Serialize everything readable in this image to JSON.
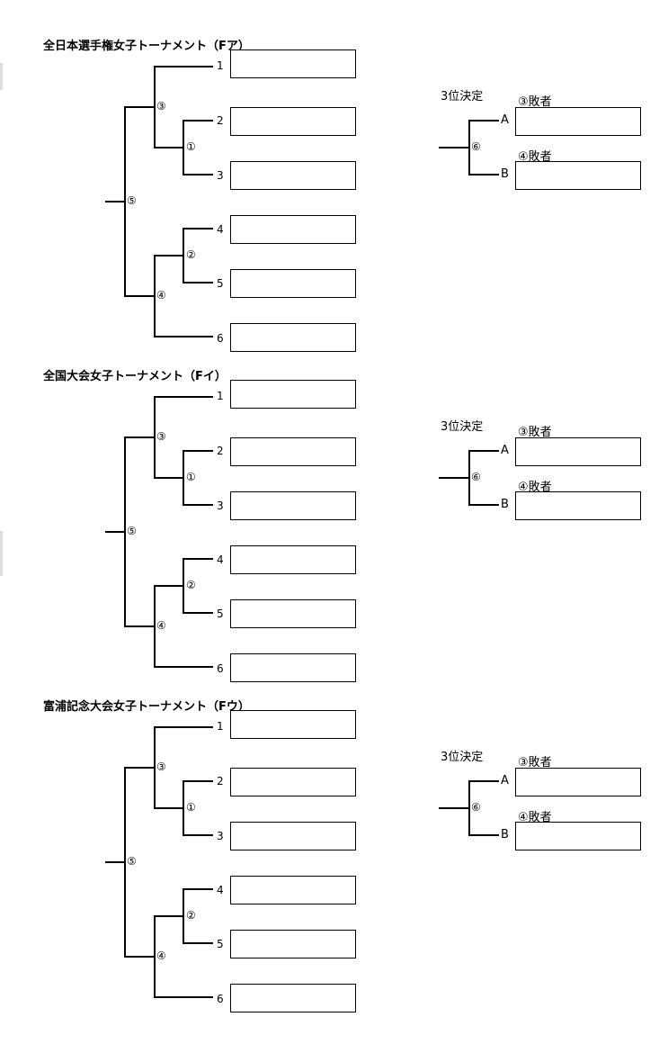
{
  "tournaments": [
    {
      "title": "全日本選手権女子トーナメント（Fア）",
      "seeds": [
        "1",
        "2",
        "3",
        "4",
        "5",
        "6"
      ],
      "matches": [
        "①",
        "②",
        "③",
        "④",
        "⑤"
      ],
      "third_place": {
        "label": "3位決定",
        "match": "⑥",
        "slot_a": "A",
        "slot_b": "B",
        "a_source": "③敗者",
        "b_source": "④敗者"
      }
    },
    {
      "title": "全国大会女子トーナメント（Fイ）",
      "seeds": [
        "1",
        "2",
        "3",
        "4",
        "5",
        "6"
      ],
      "matches": [
        "①",
        "②",
        "③",
        "④",
        "⑤"
      ],
      "third_place": {
        "label": "3位決定",
        "match": "⑥",
        "slot_a": "A",
        "slot_b": "B",
        "a_source": "③敗者",
        "b_source": "④敗者"
      }
    },
    {
      "title": "富浦記念大会女子トーナメント（Fウ）",
      "seeds": [
        "1",
        "2",
        "3",
        "4",
        "5",
        "6"
      ],
      "matches": [
        "①",
        "②",
        "③",
        "④",
        "⑤"
      ],
      "third_place": {
        "label": "3位決定",
        "match": "⑥",
        "slot_a": "A",
        "slot_b": "B",
        "a_source": "③敗者",
        "b_source": "④敗者"
      }
    }
  ]
}
